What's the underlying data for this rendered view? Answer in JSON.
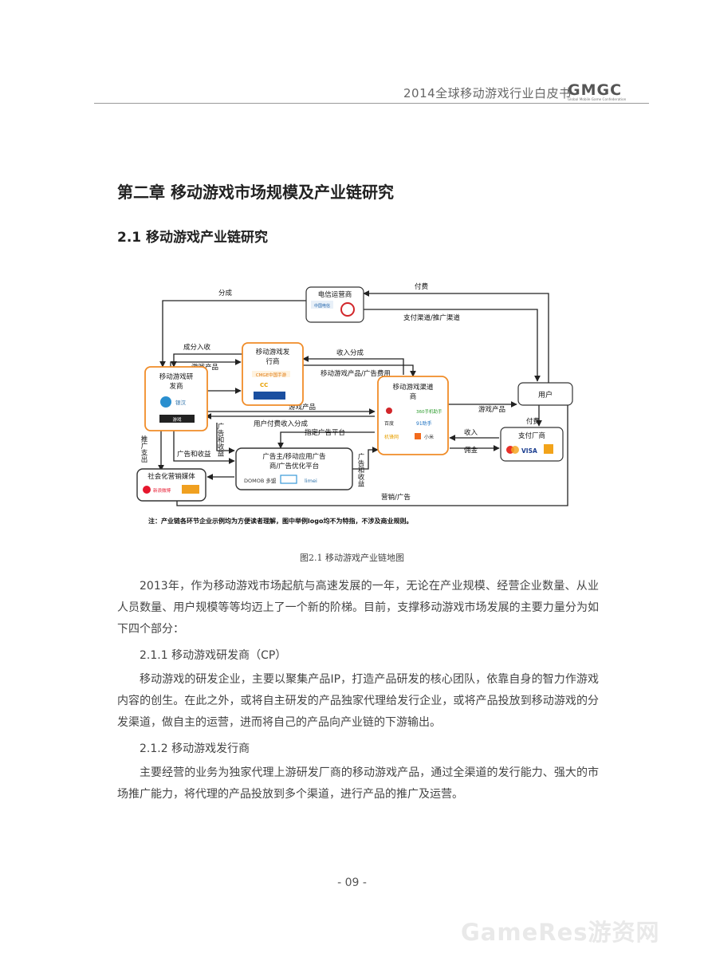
{
  "header": {
    "title": "2014全球移动游戏行业白皮书",
    "logo_text": "GMGC",
    "logo_sub": "Global Mobile Game Confederation"
  },
  "chapter_title": "第二章  移动游戏市场规模及产业链研究",
  "section_title": "2.1  移动游戏产业链研究",
  "diagram": {
    "nodes": {
      "telecom": "电信运营商",
      "publisher_l1": "移动游戏发",
      "publisher_l2": "行商",
      "developer_l1": "移动游戏研",
      "developer_l2": "发商",
      "channel_l1": "移动游戏渠道",
      "channel_l2": "商",
      "user": "用户",
      "payment": "支付厂商",
      "ad_l1": "广告主/移动应用广告",
      "ad_l2": "商/广告优化平台",
      "social": "社会化营销媒体"
    },
    "edges": {
      "share": "分成",
      "pay_fee": "付费",
      "pay_channel": "支付渠道/推广渠道",
      "revenue_in": "成分入收",
      "game_product": "游戏产品",
      "income_share": "收入分成",
      "product_ad_fee": "移动游戏产品/广告费用",
      "user_pay_share": "用户付费收入分成",
      "designated_ad": "指定广告平台",
      "ad_revenue_v": "广告和收益",
      "ad_and_revenue": "广告和收益",
      "promo_expense": "推广支出",
      "ad_revenue_v2": "广告和收益",
      "income": "收入",
      "commission": "佣金",
      "marketing_ad": "营销/广告"
    },
    "logos": {
      "telecom": "中国电信",
      "developer_a": "银汉",
      "developer_b": "游戏",
      "publisher_a": "CMGE中国手游",
      "publisher_b": "CC",
      "publisher_c": "",
      "channel_a": "360手机助手",
      "channel_b": "百度",
      "channel_c": "91助手",
      "channel_d": "机锋网",
      "channel_e": "小米",
      "ad_a": "DOMOB 多盟",
      "ad_b": "limei",
      "pay_a": "VISA",
      "social_a": "新浪微博"
    },
    "note": "注：产业链各环节企业示例均为方便读者理解，图中举例logo均不为特指，不涉及商业规则。",
    "accent_color": "#f08c28"
  },
  "caption": "图2.1    移动游戏产业链地图",
  "paragraphs": [
    "2013年，作为移动游戏市场起航与高速发展的一年，无论在产业规模、经营企业数量、从业人员数量、用户规模等等均迈上了一个新的阶梯。目前，支撑移动游戏市场发展的主要力量分为如下四个部分：",
    "移动游戏的研发企业，主要以聚集产品IP，打造产品研发的核心团队，依靠自身的智力作游戏内容的创生。在此之外，或将自主研发的产品独家代理给发行企业，或将产品投放到移动游戏的分发渠道，做自主的运营，进而将自己的产品向产业链的下游输出。",
    "主要经营的业务为独家代理上游研发厂商的移动游戏产品，通过全渠道的发行能力、强大的市场推广能力，将代理的产品投放到多个渠道，进行产品的推广及运营。"
  ],
  "subsections": [
    "2.1.1  移动游戏研发商（CP）",
    "2.1.2  移动游戏发行商"
  ],
  "page_number": "- 09 -",
  "watermark": "GameRes游资网"
}
